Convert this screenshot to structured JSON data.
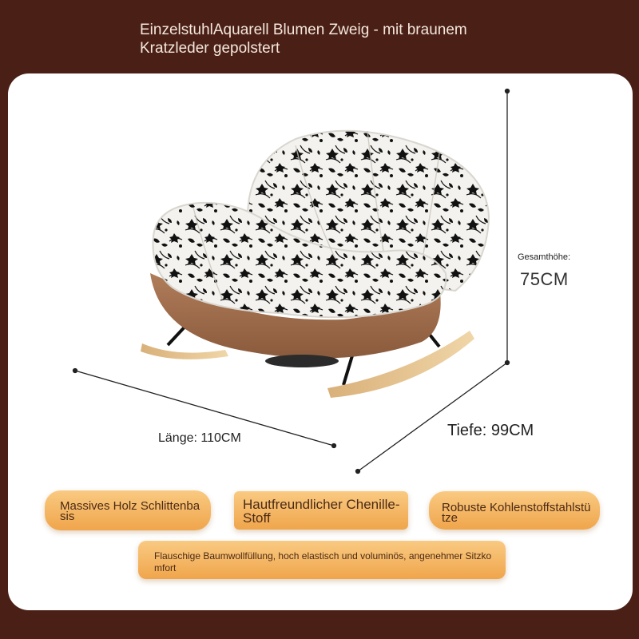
{
  "title": "EinzelstuhlAquarell Blumen Zweig - mit braunem Kratzleder gepolstert",
  "dimensions": {
    "length": "Länge: 110CM",
    "depth": "Tiefe: 99CM",
    "height_label": "Gesamthöhe:",
    "height_value": "75CM"
  },
  "features": [
    "Massives Holz Schlittenbasis",
    "Hautfreundlicher Chenille-Stoff",
    "Robuste Kohlenstoffstahlstütze",
    "Flauschige Baumwollfüllung, hoch elastisch und voluminös, angenehmer Sitzkomfort"
  ],
  "colors": {
    "background": "#4a1f16",
    "card": "#ffffff",
    "pill_gradient_top": "#f9ca82",
    "pill_gradient_bottom": "#f0a54b",
    "leather": "#9c6a4a",
    "wood": "#e6c48f"
  }
}
